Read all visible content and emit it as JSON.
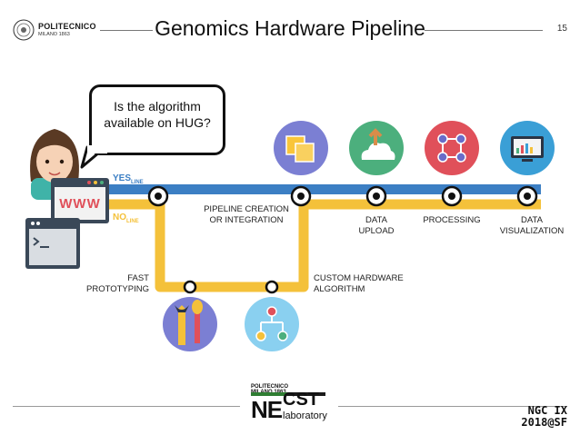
{
  "header": {
    "logo_name": "POLITECNICO",
    "logo_sub": "MILANO 1863",
    "title": "Genomics Hardware Pipeline",
    "page_number": "15"
  },
  "bubble": {
    "line1": "Is the algorithm",
    "line2": "available on HUG?"
  },
  "lines": {
    "yes_main": "YES",
    "yes_sub": "LINE",
    "no_main": "NO",
    "no_sub": "LINE",
    "yes_color": "#3c7fc4",
    "no_color": "#f4c13a"
  },
  "www_label": "WWW",
  "stages": {
    "pipeline_creation": {
      "line1": "PIPELINE CREATION",
      "line2": "OR INTEGRATION"
    },
    "data_upload": {
      "line1": "DATA",
      "line2": "UPLOAD"
    },
    "processing": {
      "line1": "PROCESSING"
    },
    "data_visualization": {
      "line1": "DATA",
      "line2": "VISUALIZATION"
    },
    "fast_prototyping": {
      "line1": "FAST",
      "line2": "PROTOTYPING"
    },
    "custom_hardware": {
      "line1": "CUSTOM HARDWARE",
      "line2": "ALGORITHM"
    }
  },
  "footer": {
    "necst_top": "POLITECNICO MILANO 1863",
    "necst_ne": "NE",
    "necst_cst": "CST",
    "necst_lab": "laboratory",
    "ngc_line1": "NGC IX",
    "ngc_line2": "2018@SF"
  }
}
